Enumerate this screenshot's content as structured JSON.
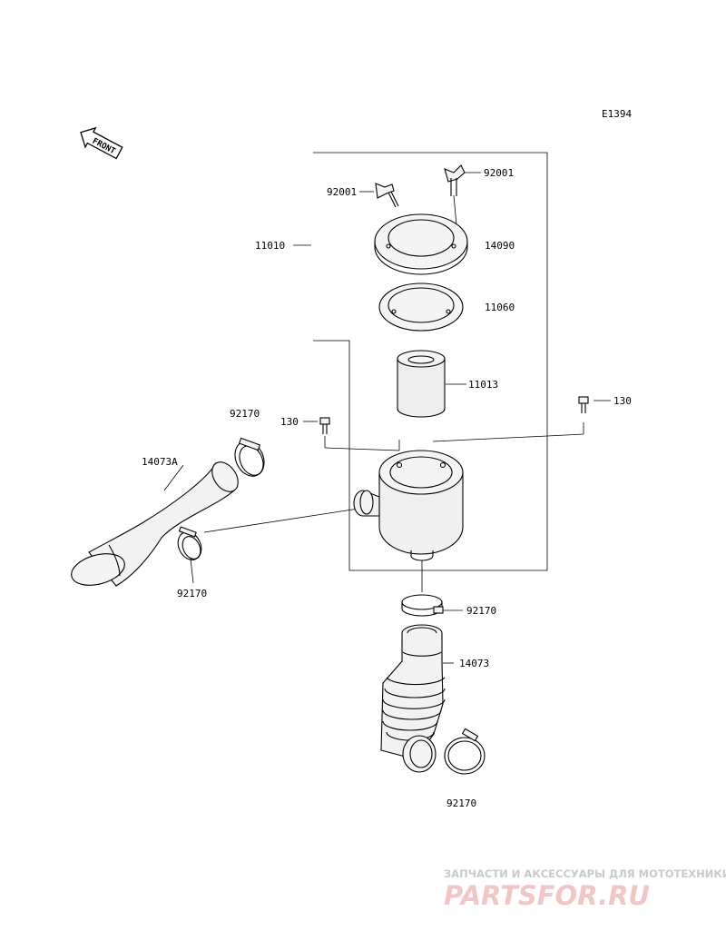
{
  "diagram_code": "E1394",
  "front_label": "FRONT",
  "parts": {
    "wing_bolt_left": "92001",
    "wing_bolt_right": "92001",
    "assembly": "11010",
    "cover": "14090",
    "gasket": "11060",
    "filter_element": "11013",
    "bolt_left": "130",
    "bolt_right": "130",
    "clamp_top": "92170",
    "duct_left": "14073A",
    "clamp_mid_left": "92170",
    "clamp_housing": "92170",
    "duct_bottom": "14073",
    "clamp_bottom": "92170"
  },
  "watermark": {
    "line1": "ЗАПЧАСТИ И АКСЕССУАРЫ ДЛЯ МОТОТЕХНИКИ",
    "line2": "PARTSFOR.RU"
  }
}
